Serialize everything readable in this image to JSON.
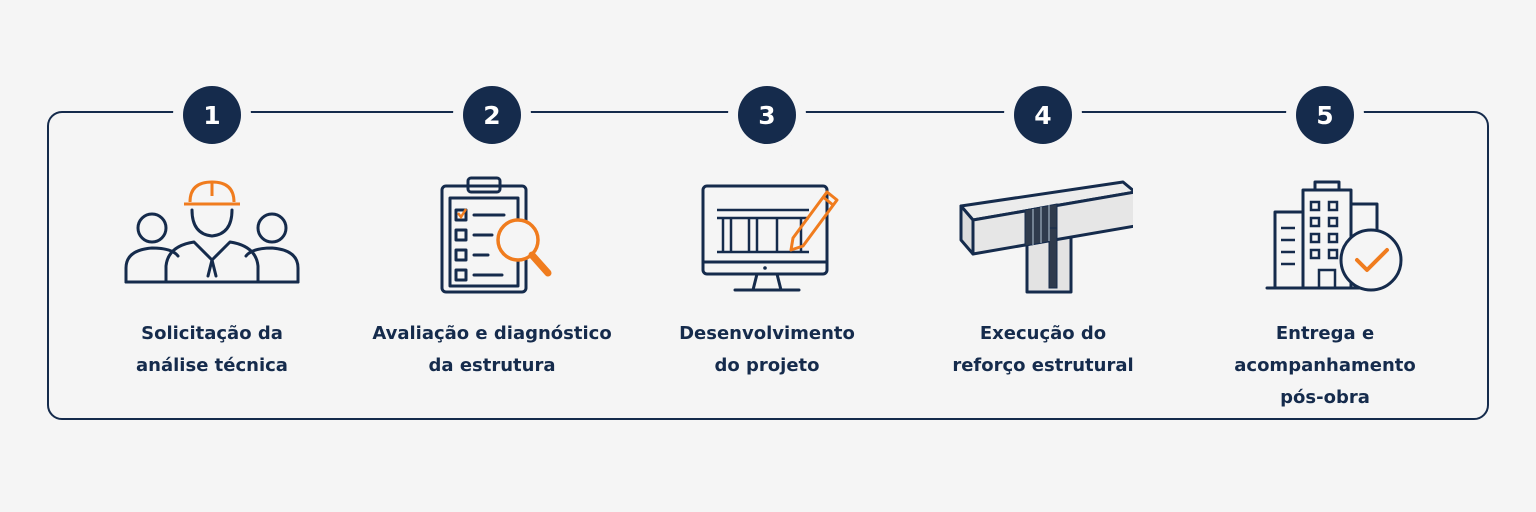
{
  "colors": {
    "navy": "#152b4c",
    "orange": "#f07c1e",
    "background": "#f5f5f5"
  },
  "steps": [
    {
      "number": "1",
      "line1": "Solicitação da",
      "line2": "análise técnica",
      "icon": "team-engineer-icon"
    },
    {
      "number": "2",
      "line1": "Avaliação e diagnóstico",
      "line2": "da estrutura",
      "icon": "clipboard-magnifier-icon"
    },
    {
      "number": "3",
      "line1": "Desenvolvimento",
      "line2": "do projeto",
      "icon": "monitor-blueprint-icon"
    },
    {
      "number": "4",
      "line1": "Execução do",
      "line2": "reforço estrutural",
      "icon": "reinforced-beam-icon"
    },
    {
      "number": "5",
      "line1": "Entrega e acompanhamento",
      "line2": "pós-obra",
      "icon": "building-check-icon"
    }
  ]
}
